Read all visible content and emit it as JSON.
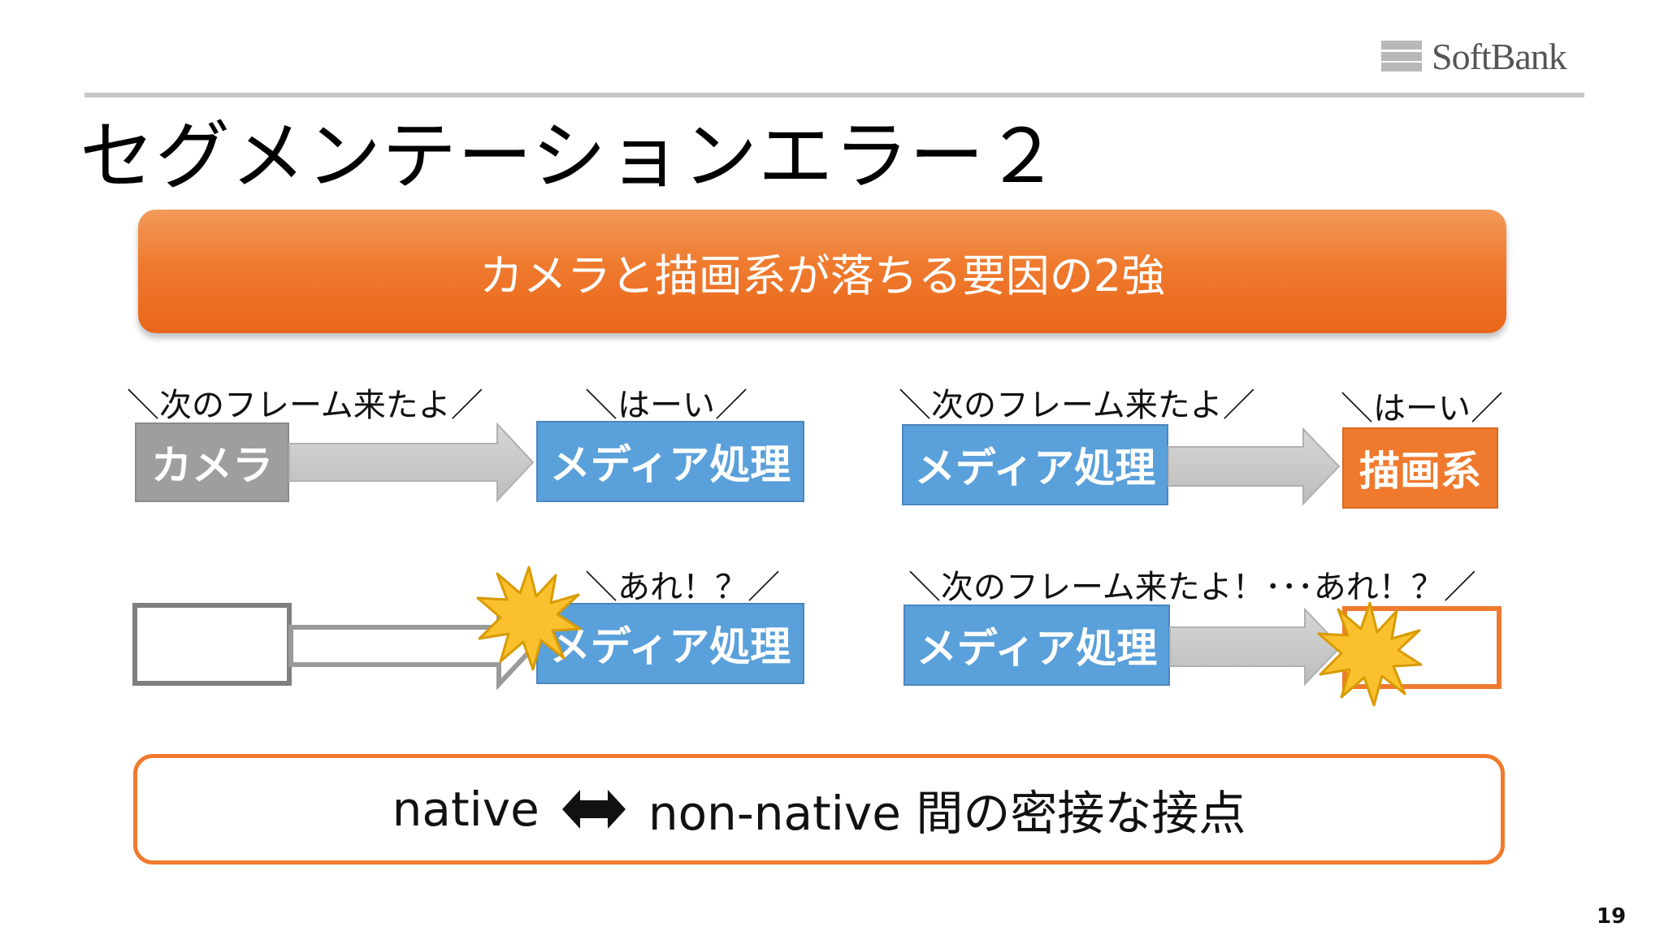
{
  "header": {
    "logo_text": "SoftBank",
    "title": "セグメンテーションエラー２"
  },
  "banner": {
    "text": "カメラと描画系が落ちる要因の2強"
  },
  "panels": {
    "top_left": {
      "caption_left": "＼次のフレーム来たよ／",
      "caption_right": "＼はーい／",
      "box_left": "カメラ",
      "box_right": "メディア処理"
    },
    "top_right": {
      "caption_left": "＼次のフレーム来たよ／",
      "caption_right": "＼はーい／",
      "box_left": "メディア処理",
      "box_right": "描画系"
    },
    "bottom_left": {
      "caption_right": "＼あれ！？／",
      "box_right": "メディア処理"
    },
    "bottom_right": {
      "caption": "＼次のフレーム来たよ！･･･あれ！？／",
      "box_left": "メディア処理"
    }
  },
  "footer": {
    "left_text": "native",
    "right_text": "non-native 間の密接な接点",
    "icon": "double-arrow-icon"
  },
  "page_number": "19",
  "colors": {
    "orange": "#ef7a2e",
    "blue": "#5aa0da",
    "gray": "#9e9e9e",
    "burst": "#fbc02d"
  }
}
